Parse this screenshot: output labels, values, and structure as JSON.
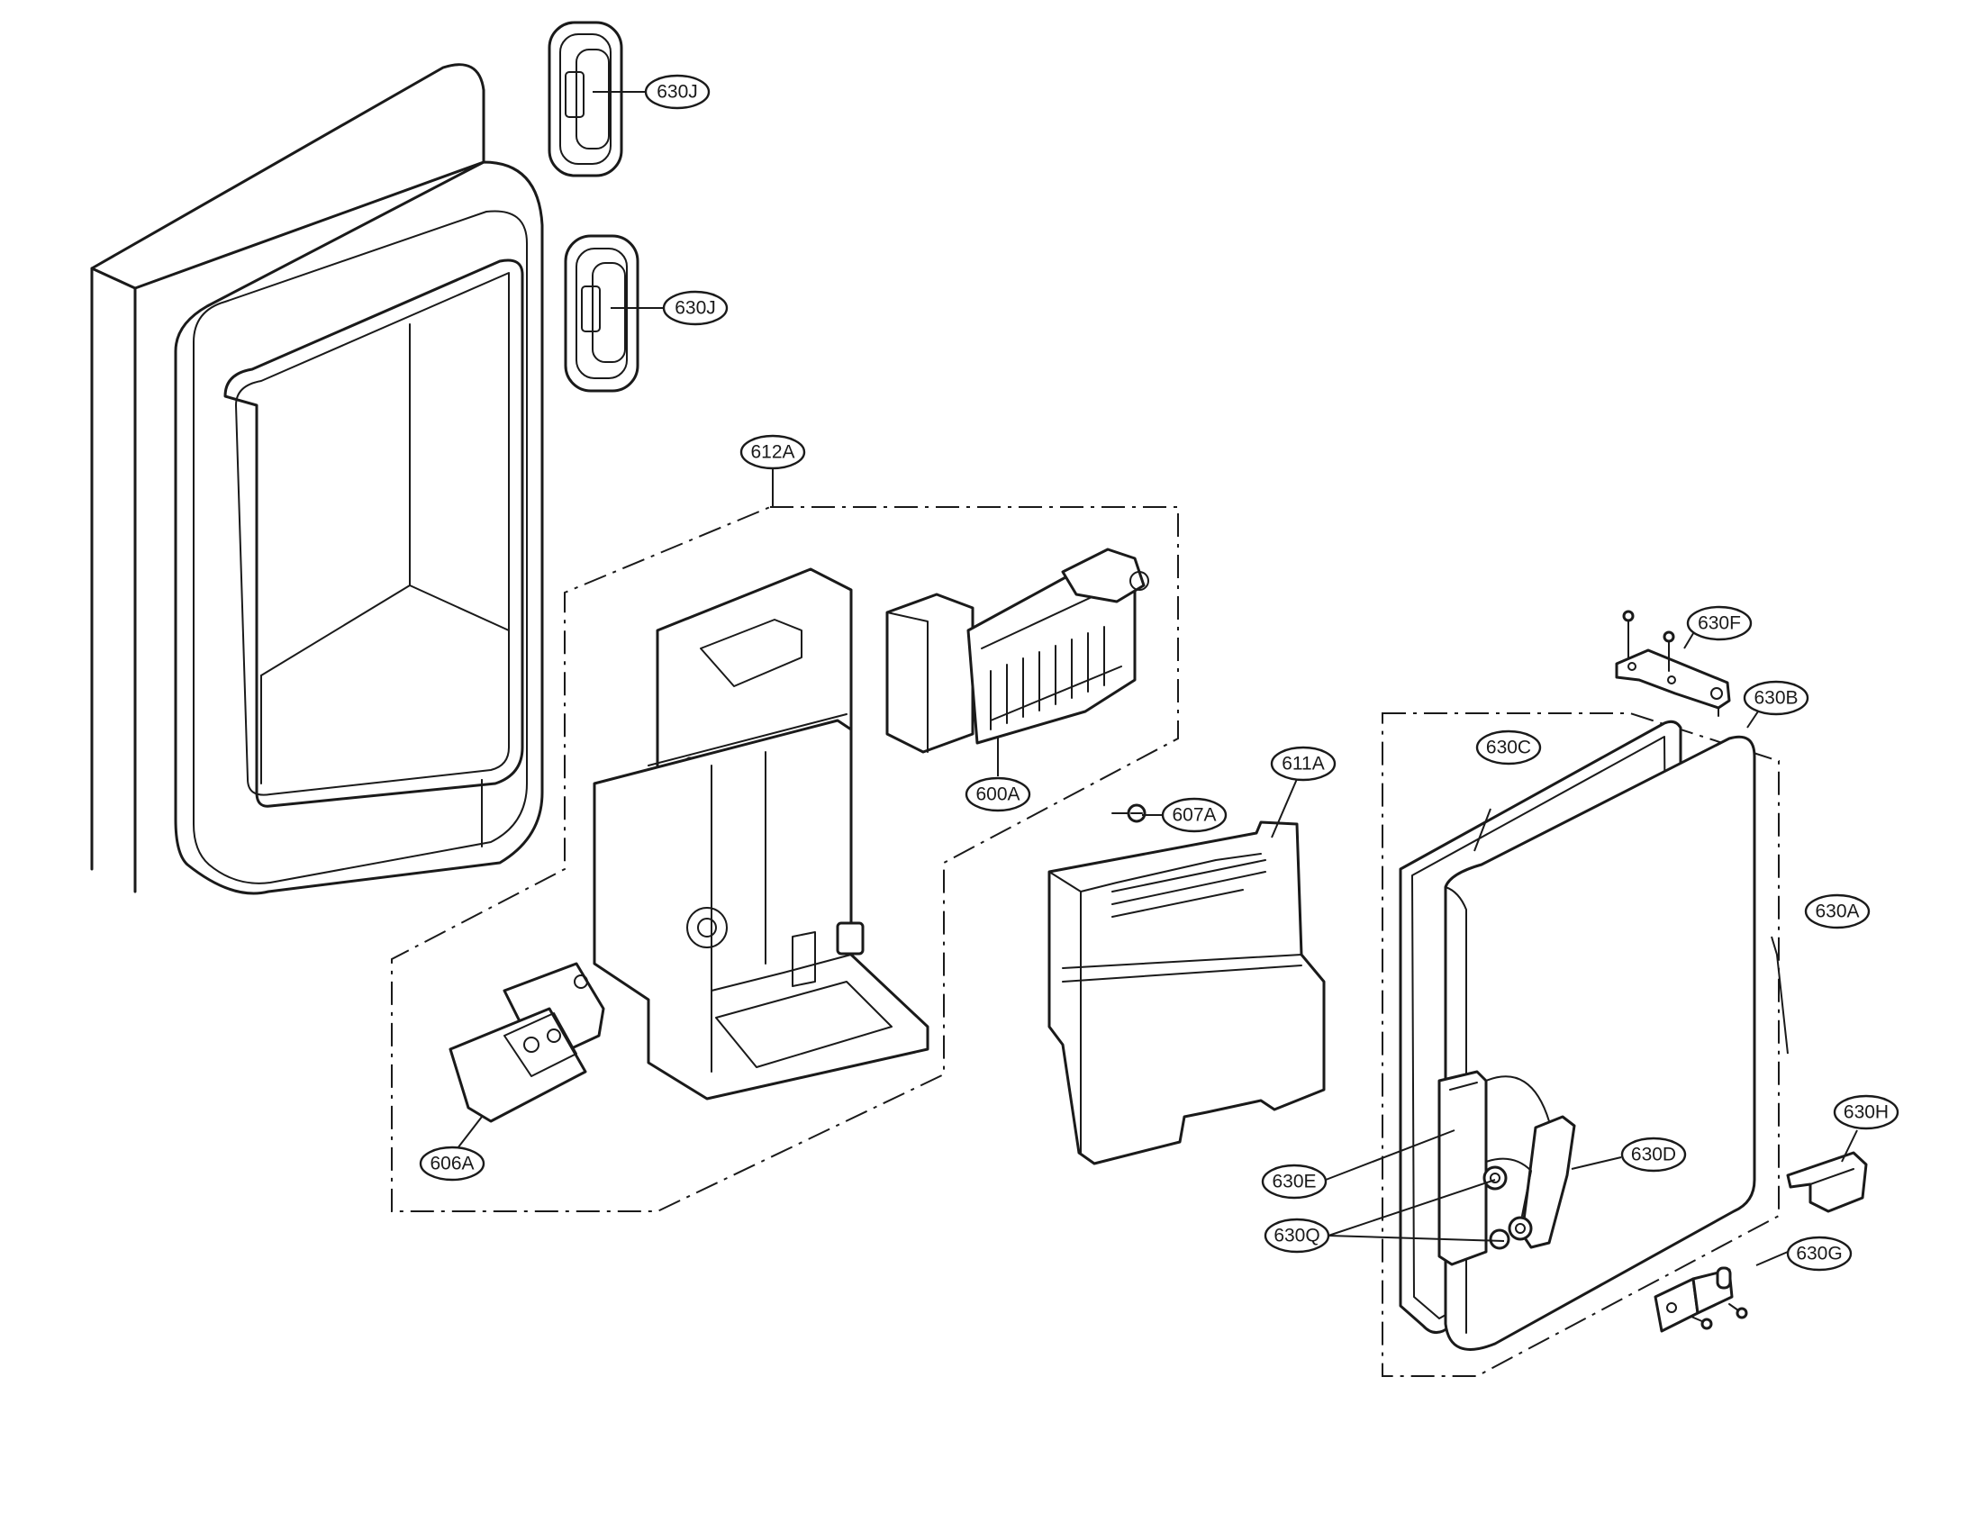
{
  "callouts": {
    "c_630J_top": "630J",
    "c_630J_mid": "630J",
    "c_612A": "612A",
    "c_600A": "600A",
    "c_607A": "607A",
    "c_611A": "611A",
    "c_630F": "630F",
    "c_630B": "630B",
    "c_630C": "630C",
    "c_630A": "630A",
    "c_606A": "606A",
    "c_630E": "630E",
    "c_630D": "630D",
    "c_630Q": "630Q",
    "c_630H": "630H",
    "c_630G": "630G"
  }
}
